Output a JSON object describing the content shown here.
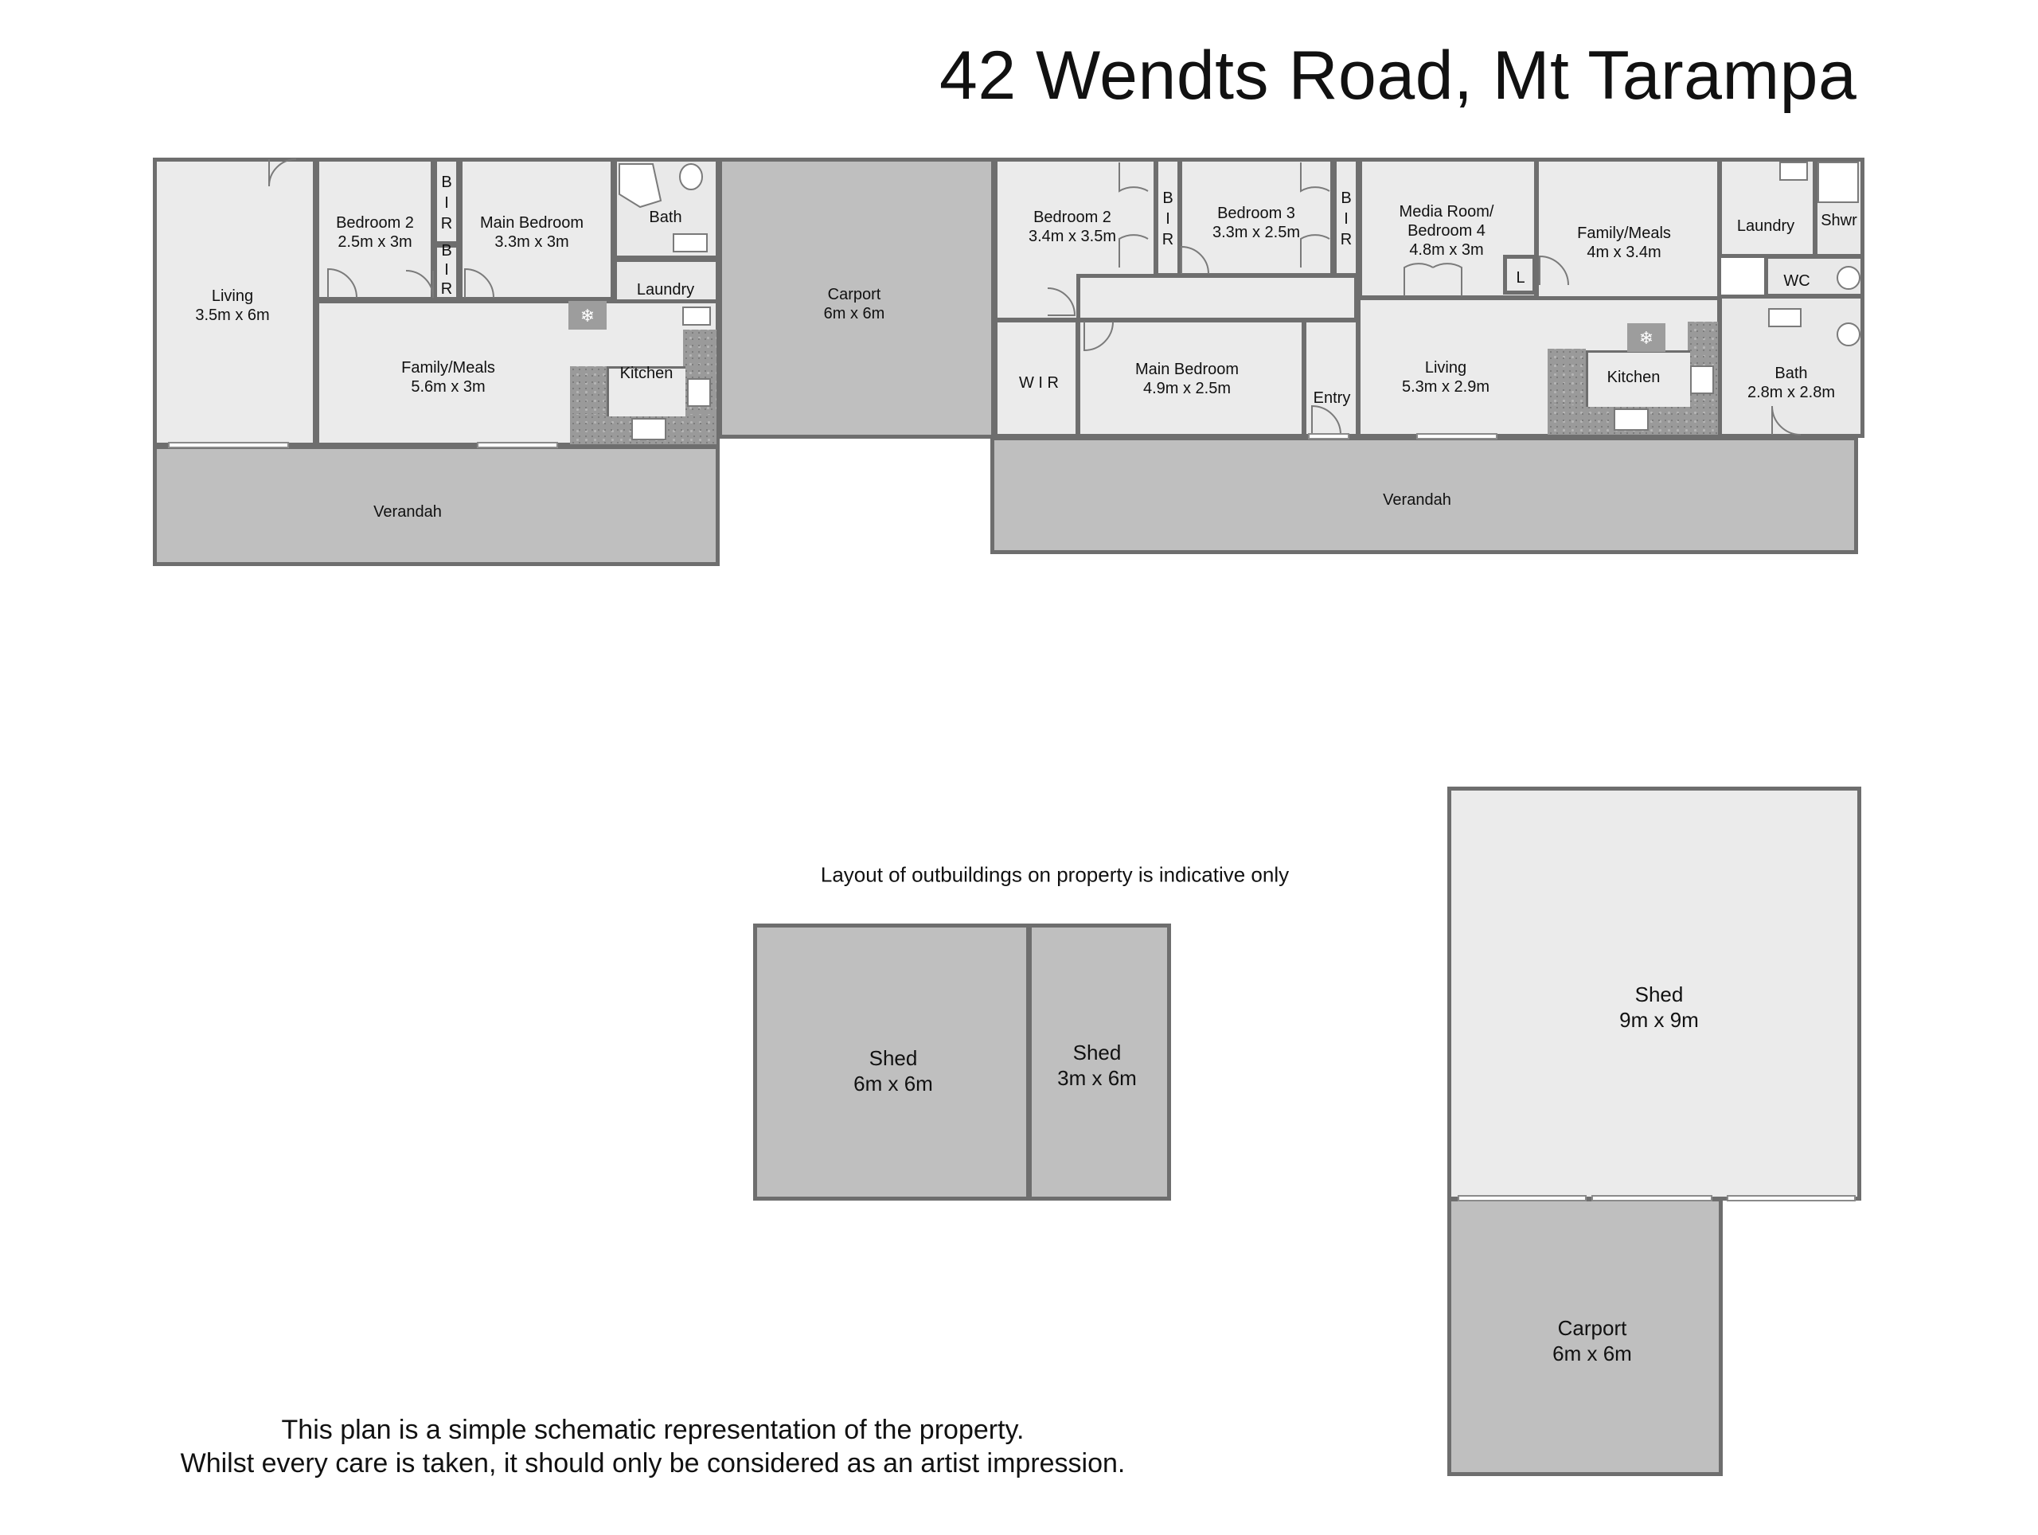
{
  "title": "42 Wendts Road, Mt Tarampa",
  "note_outbuildings": "Layout of outbuildings on property is indicative only",
  "disclaimer": {
    "line1": "This plan is a simple schematic representation of the property.",
    "line2": "Whilst every care is taken, it should only be considered as an artist impression."
  },
  "house1": {
    "living": {
      "name": "Living",
      "dim": "3.5m x 6m"
    },
    "bedroom2": {
      "name": "Bedroom 2",
      "dim": "2.5m x 3m"
    },
    "main_bedroom": {
      "name": "Main Bedroom",
      "dim": "3.3m x 3m"
    },
    "bath": {
      "name": "Bath"
    },
    "laundry": {
      "name": "Laundry"
    },
    "family_meals": {
      "name": "Family/Meals",
      "dim": "5.6m x 3m"
    },
    "kitchen": {
      "name": "Kitchen"
    },
    "verandah": {
      "name": "Verandah"
    },
    "bir1": {
      "b": "B",
      "i": "I",
      "r": "R"
    },
    "bir2": {
      "b": "B",
      "i": "I",
      "r": "R"
    }
  },
  "carport1": {
    "name": "Carport",
    "dim": "6m x 6m"
  },
  "house2": {
    "bedroom2": {
      "name": "Bedroom 2",
      "dim": "3.4m x 3.5m"
    },
    "bedroom3": {
      "name": "Bedroom 3",
      "dim": "3.3m x 2.5m"
    },
    "media": {
      "name1": "Media Room/",
      "name2": "Bedroom 4",
      "dim": "4.8m x 3m"
    },
    "family_meals": {
      "name": "Family/Meals",
      "dim": "4m x 3.4m"
    },
    "laundry": {
      "name": "Laundry"
    },
    "shwr": {
      "name": "Shwr"
    },
    "wc": {
      "name": "WC"
    },
    "linen": {
      "name": "L"
    },
    "wir": {
      "name": "W I R"
    },
    "main_bedroom": {
      "name": "Main Bedroom",
      "dim": "4.9m x 2.5m"
    },
    "entry": {
      "name": "Entry"
    },
    "living": {
      "name": "Living",
      "dim": "5.3m x 2.9m"
    },
    "kitchen": {
      "name": "Kitchen"
    },
    "bath": {
      "name": "Bath",
      "dim": "2.8m x 2.8m"
    },
    "verandah": {
      "name": "Verandah"
    },
    "bir1": {
      "b": "B",
      "i": "I",
      "r": "R"
    },
    "bir2": {
      "b": "B",
      "i": "I",
      "r": "R"
    }
  },
  "shed_a": {
    "name": "Shed",
    "dim": "6m x 6m"
  },
  "shed_b": {
    "name": "Shed",
    "dim": "3m x 6m"
  },
  "shed_c": {
    "name": "Shed",
    "dim": "9m x 9m"
  },
  "carport2": {
    "name": "Carport",
    "dim": "6m x 6m"
  }
}
